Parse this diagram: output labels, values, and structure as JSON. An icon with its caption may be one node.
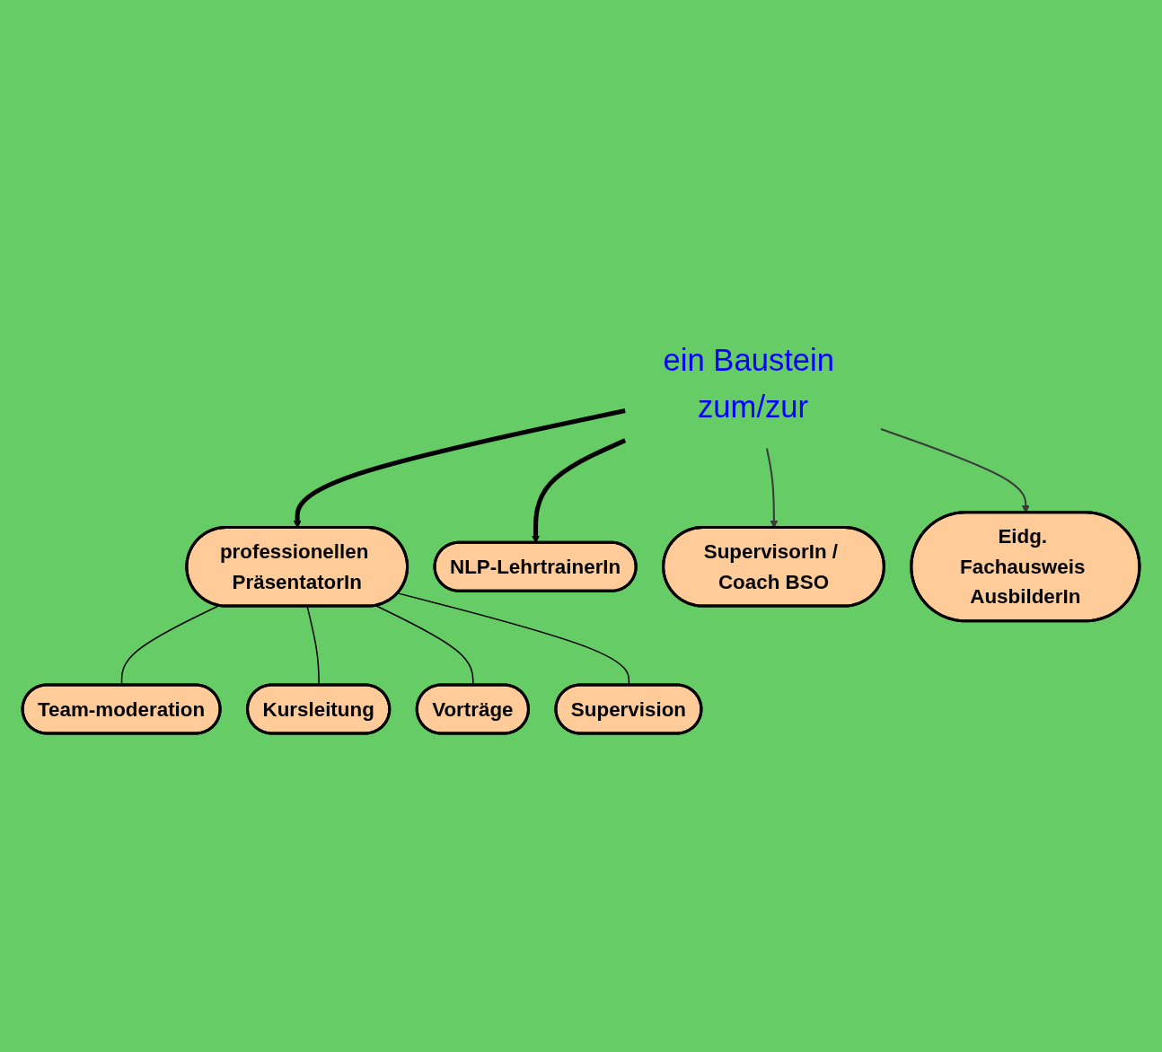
{
  "diagram": {
    "nodes": [
      {
        "text": [
          "ein Baustein zum/zur"
        ]
      },
      {
        "text": [
          "professionellen PräsentatorIn"
        ]
      },
      {
        "text": [
          "Team-moderation"
        ]
      },
      {
        "text": [
          "Kursleitung"
        ]
      },
      {
        "text": [
          "Vorträge"
        ]
      },
      {
        "text": [
          "Supervision"
        ]
      },
      {
        "text": [
          "NLP-LehrtrainerIn"
        ]
      },
      {
        "text": [
          "SupervisorIn / Coach BSO"
        ]
      },
      {
        "text": [
          "Eidg. Fachausweis AusbilderIn"
        ]
      }
    ],
    "edges": [
      {
        "from": 0,
        "to": 8,
        "arrow": "to",
        "color": "#3a3a3a"
      },
      {
        "from": 0,
        "to": 7,
        "arrow": "to",
        "color": "#3a3a3a"
      },
      {
        "from": 0,
        "to": 6,
        "arrow": "to",
        "style": "thick"
      },
      {
        "from": 0,
        "to": 1,
        "arrow": "to",
        "style": "thick"
      },
      {
        "from": 1,
        "to": 2,
        "arrow": "none"
      },
      {
        "from": 1,
        "to": 3,
        "arrow": "none"
      },
      {
        "from": 1,
        "to": 4,
        "arrow": "none"
      },
      {
        "from": 1,
        "to": 5,
        "arrow": "none"
      }
    ]
  }
}
